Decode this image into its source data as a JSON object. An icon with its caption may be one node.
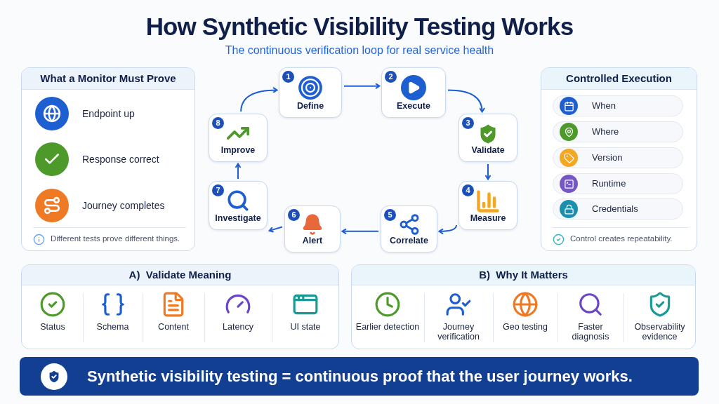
{
  "diagram": {
    "title": "How Synthetic Visibility Testing Works",
    "nodes": [
      {
        "text": [
          "What a Monitor Must Prove",
          "Different tests prove different things."
        ]
      },
      {
        "text": [
          "1",
          "Define"
        ]
      },
      {
        "text": [
          "2",
          "Execute"
        ]
      },
      {
        "text": [
          "3",
          "Validate"
        ]
      },
      {
        "text": [
          "4",
          "Measure"
        ]
      },
      {
        "text": [
          "5",
          "Correlate"
        ]
      },
      {
        "text": [
          "6",
          "Alert"
        ]
      },
      {
        "text": [
          "7",
          "Investigate"
        ]
      },
      {
        "text": [
          "8",
          "Improve"
        ]
      },
      {
        "text": [
          "Controlled Execution",
          "Control creates repeatability."
        ]
      },
      {
        "text": [
          "When"
        ],
        "in": 9
      },
      {
        "text": [
          "Where"
        ],
        "in": 9
      },
      {
        "text": [
          "Version"
        ],
        "in": 9
      },
      {
        "text": [
          "Runtime"
        ],
        "in": 9
      },
      {
        "text": [
          "Credentials"
        ],
        "in": 9
      },
      {
        "text": [
          "A)  Validate Meaning"
        ]
      },
      {
        "text": [
          "B)  Why It Matters"
        ]
      },
      {
        "text": [
          "Synthetic visibility testing = continuous proof that the user journey works."
        ]
      }
    ],
    "edges": [
      {
        "from": 1,
        "to": 2,
        "arrow": "to"
      },
      {
        "from": 2,
        "to": 3,
        "arrow": "to"
      },
      {
        "from": 3,
        "to": 4,
        "arrow": "to"
      },
      {
        "from": 4,
        "to": 5,
        "arrow": "to"
      },
      {
        "from": 5,
        "to": 6,
        "arrow": "to"
      },
      {
        "from": 6,
        "to": 7,
        "arrow": "to"
      },
      {
        "from": 7,
        "to": 8,
        "arrow": "to"
      },
      {
        "from": 8,
        "to": 1,
        "arrow": "to"
      }
    ],
    "labels": [
      "The continuous verification loop for real service health",
      "Endpoint up",
      "Response correct",
      "Journey completes",
      "Status",
      "Schema",
      "Content",
      "Latency",
      "UI state",
      "Earlier detection",
      "Journey verification",
      "Geo testing",
      "Faster diagnosis",
      "Observability evidence"
    ]
  }
}
